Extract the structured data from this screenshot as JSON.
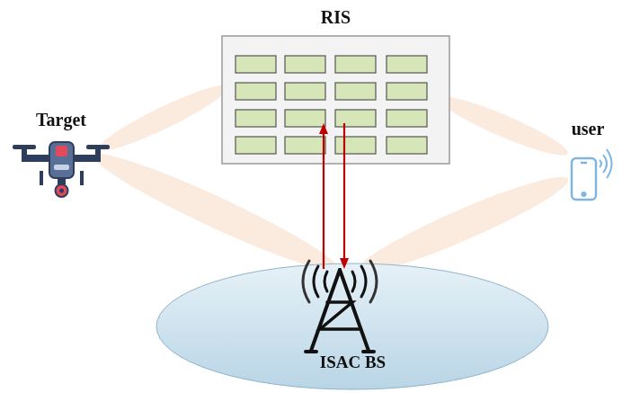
{
  "diagram": {
    "nodes": [
      {
        "text": [
          "RIS"
        ]
      },
      {
        "text": [
          "Target"
        ]
      },
      {
        "text": [
          "user"
        ]
      },
      {
        "text": [
          "ISAC BS"
        ]
      }
    ],
    "edges": [
      {
        "from": 3,
        "to": 0,
        "arrow": "to"
      },
      {
        "from": 0,
        "to": 3,
        "arrow": "to"
      }
    ]
  }
}
